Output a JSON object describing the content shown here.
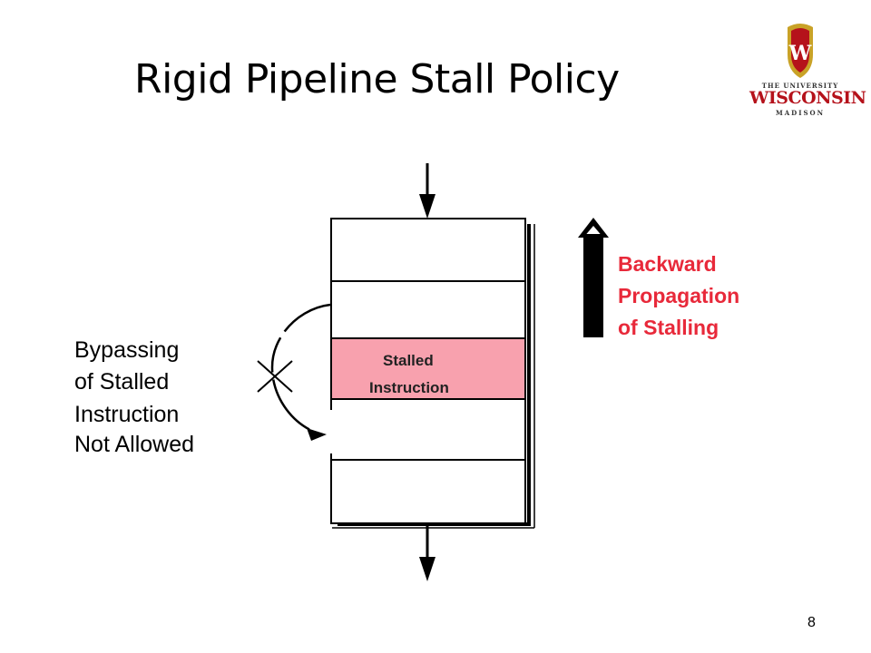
{
  "slide": {
    "title": "Rigid Pipeline Stall Policy",
    "page_number": "8"
  },
  "logo": {
    "line1": "THE UNIVERSITY",
    "line2": "WISCONSIN",
    "line3": "MADISON",
    "emblem": "W",
    "color": "#b5121b"
  },
  "pipeline": {
    "stalled_line1": "Stalled",
    "stalled_line2": "Instruction",
    "stalled_color": "#f8a1ae"
  },
  "left_note": {
    "lines": [
      "Bypassing",
      "of Stalled",
      "Instruction",
      "Not Allowed"
    ]
  },
  "right_note": {
    "lines": [
      "Backward",
      "Propagation",
      "of Stalling"
    ],
    "color": "#e8293a"
  }
}
